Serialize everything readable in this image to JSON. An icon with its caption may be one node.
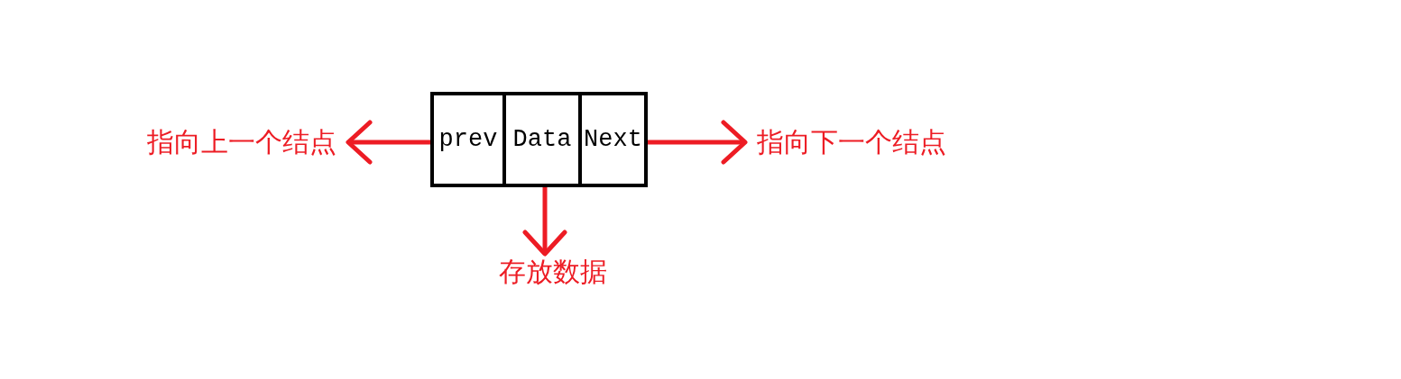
{
  "diagram": {
    "nodes": [
      {
        "text": [
          "指向上一个结点"
        ]
      },
      {
        "text": [
          "prev"
        ]
      },
      {
        "text": [
          "Data"
        ]
      },
      {
        "text": [
          "Next"
        ]
      },
      {
        "text": [
          "指向下一个结点"
        ]
      },
      {
        "text": [
          "存放数据"
        ]
      }
    ],
    "edges": [
      {
        "from": 1,
        "to": 0,
        "arrow": "to"
      },
      {
        "from": 2,
        "to": 5,
        "arrow": "to"
      },
      {
        "from": 3,
        "to": 4,
        "arrow": "to"
      }
    ]
  }
}
